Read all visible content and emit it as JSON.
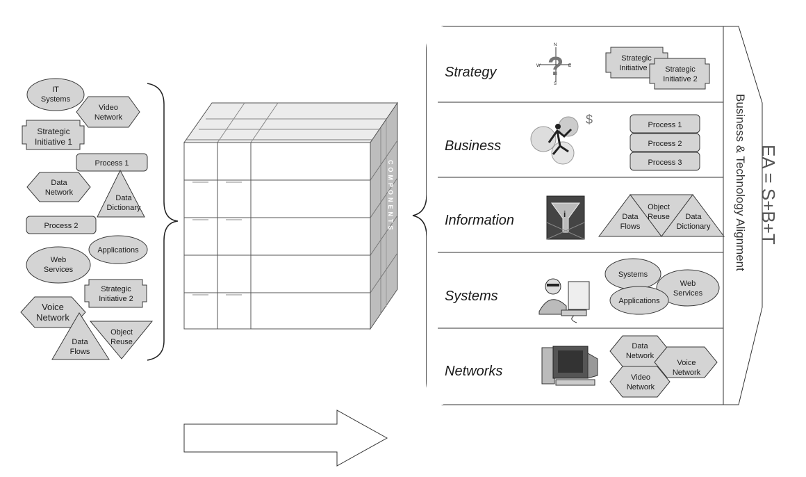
{
  "colors": {
    "shape_fill": "#d4d4d4",
    "shape_stroke": "#3a3a3a",
    "cube_front": "#ffffff",
    "cube_side": "#bdbdbd",
    "cube_top": "#ececec",
    "arrow_fill": "#ffffff"
  },
  "left_items": {
    "it_systems": [
      "IT",
      "Systems"
    ],
    "video_network": [
      "Video",
      "Network"
    ],
    "strategic_initiative_1": [
      "Strategic",
      "Initiative 1"
    ],
    "process_1": "Process 1",
    "data_network": [
      "Data",
      "Network"
    ],
    "data_dictionary": [
      "Data",
      "Dictionary"
    ],
    "process_2": "Process 2",
    "applications": "Applications",
    "web_services": [
      "Web",
      "Services"
    ],
    "strategic_initiative_2": [
      "Strategic",
      "Initiative 2"
    ],
    "voice_network": [
      "Voice",
      "Network"
    ],
    "object_reuse": [
      "Object",
      "Reuse"
    ],
    "data_flows": [
      "Data",
      "Flows"
    ]
  },
  "cube": {
    "side_label": "COMPONENTS",
    "side_icon": "stacked-layers-side-text"
  },
  "layers": [
    {
      "title": "Strategy",
      "icon": "compass-question-icon",
      "items": {
        "strategic_initiative_1": [
          "Strategic",
          "Initiative 1"
        ],
        "strategic_initiative_2": [
          "Strategic",
          "Initiative 2"
        ]
      }
    },
    {
      "title": "Business",
      "icon": "business-runner-gears-icon",
      "dollar": "$",
      "items": {
        "processes": [
          "Process 1",
          "Process 2",
          "Process 3"
        ]
      }
    },
    {
      "title": "Information",
      "icon": "data-funnel-icon",
      "items": {
        "data_flows": [
          "Data",
          "Flows"
        ],
        "object_reuse": [
          "Object",
          "Reuse"
        ],
        "data_dictionary": [
          "Data",
          "Dictionary"
        ]
      }
    },
    {
      "title": "Systems",
      "icon": "person-at-computer-icon",
      "items": {
        "systems": "Systems",
        "web_services": [
          "Web",
          "Services"
        ],
        "applications": "Applications"
      }
    },
    {
      "title": "Networks",
      "icon": "desktop-computer-icon",
      "items": {
        "data_network": [
          "Data",
          "Network"
        ],
        "voice_network": [
          "Voice",
          "Network"
        ],
        "video_network": [
          "Video",
          "Network"
        ]
      }
    }
  ],
  "alignment_label": "Business & Technology Alignment",
  "equation": "EA = S+B+T"
}
